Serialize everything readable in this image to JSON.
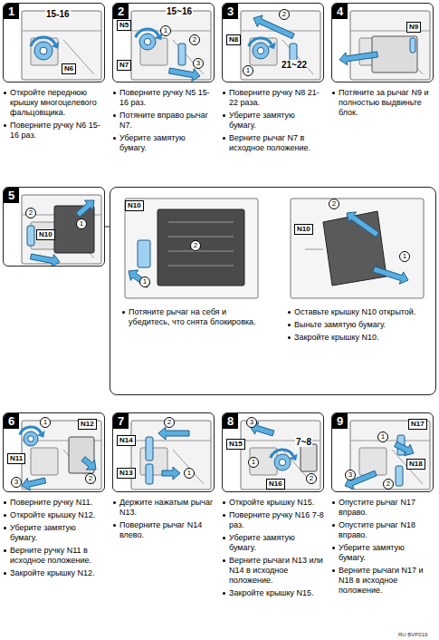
{
  "diagram": {
    "nodes": [
      {
        "text": [
          "1",
          "Откройте переднюю крышку многоцелевого фальцовщика.",
          "Поверните ручку N6 15-16 раз."
        ]
      },
      {
        "text": [
          "2",
          "Поверните ручку N5 15-16 раз.",
          "Потяните вправо рычаг N7.",
          "Уберите замятую бумагу."
        ]
      },
      {
        "text": [
          "3",
          "Поверните ручку N8 21-22 раза.",
          "Уберите замятую бумагу.",
          "Верните рычаг N7 в исходное положение."
        ]
      },
      {
        "text": [
          "4",
          "Потяните за рычаг N9 и полностью выдвиньте блок."
        ]
      },
      {
        "text": [
          "5"
        ]
      },
      {
        "text": []
      },
      {
        "text": [
          "Потяните рычаг на себя и убедитесь, что снята блокировка."
        ],
        "in": 5
      },
      {
        "text": [
          "Оставьте крышку N10 открытой.",
          "Выньте замятую бумагу.",
          "Закройте крышку N10."
        ],
        "in": 5
      },
      {
        "text": [
          "6",
          "Поверните ручку N11.",
          "Откройте крышку N12.",
          "Уберите замятую бумагу.",
          "Верните ручку N11 в исходное положение.",
          "Закройте крышку N12."
        ]
      },
      {
        "text": [
          "7",
          "Держите нажатым рычаг N13.",
          "Поверните рычаг N14 влево."
        ]
      },
      {
        "text": [
          "8",
          "Откройте крышку N15.",
          "Поверните ручку N16 7-8 раз.",
          "Уберите замятую бумагу.",
          "Верните рычаги N13 или N14 в исходное положение.",
          "Закройте крышку N15."
        ]
      },
      {
        "text": [
          "9",
          "Опустите рычаг N17 вправо.",
          "Опустите рычаг N18 вправо.",
          "Уберите замятую бумагу.",
          "Верните рычаги N17 и N18 в исходное положение."
        ]
      }
    ],
    "edges": [
      {
        "from": 4,
        "to": 5,
        "arrow": "none"
      },
      {
        "from": 6,
        "to": 7,
        "arrow": "to"
      }
    ],
    "labels": [
      "15-16",
      "N6",
      "N5",
      "15~16",
      "N7",
      "1",
      "2",
      "3",
      "N8",
      "1",
      "2",
      "21~22",
      "N9",
      "2",
      "N10",
      "1",
      "N10",
      "1",
      "2",
      "2",
      "N10",
      "1",
      "1",
      "N11",
      "3",
      "N12",
      "2",
      "2",
      "N14",
      "N13",
      "1",
      "3",
      "N15",
      "1",
      "7~8",
      "N16",
      "2",
      "N17",
      "1",
      "3",
      "2",
      "N18",
      "RU BVP019"
    ]
  }
}
